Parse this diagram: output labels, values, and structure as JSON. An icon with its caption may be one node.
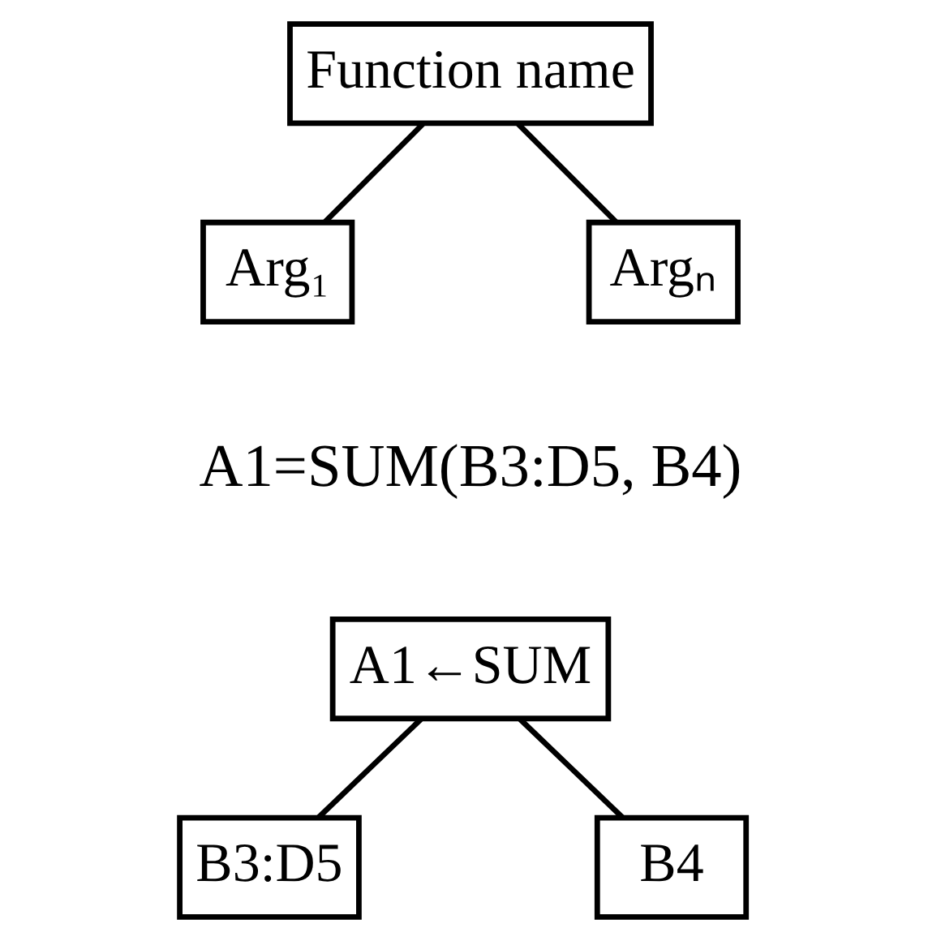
{
  "diagram": {
    "nodes": [
      {
        "text": [
          "Function name"
        ]
      },
      {
        "text": [
          "Arg₁"
        ]
      },
      {
        "text": [
          "Argₙ"
        ]
      },
      {
        "text": [
          "A1←SUM"
        ]
      },
      {
        "text": [
          "B3:D5"
        ]
      },
      {
        "text": [
          "B4"
        ]
      }
    ],
    "edges": [
      {
        "from": 0,
        "to": 1,
        "arrow": "none"
      },
      {
        "from": 0,
        "to": 2,
        "arrow": "none"
      },
      {
        "from": 3,
        "to": 4,
        "arrow": "none"
      },
      {
        "from": 3,
        "to": 5,
        "arrow": "none"
      }
    ],
    "labels": [
      "A1=SUM(B3:D5, B4)"
    ]
  }
}
